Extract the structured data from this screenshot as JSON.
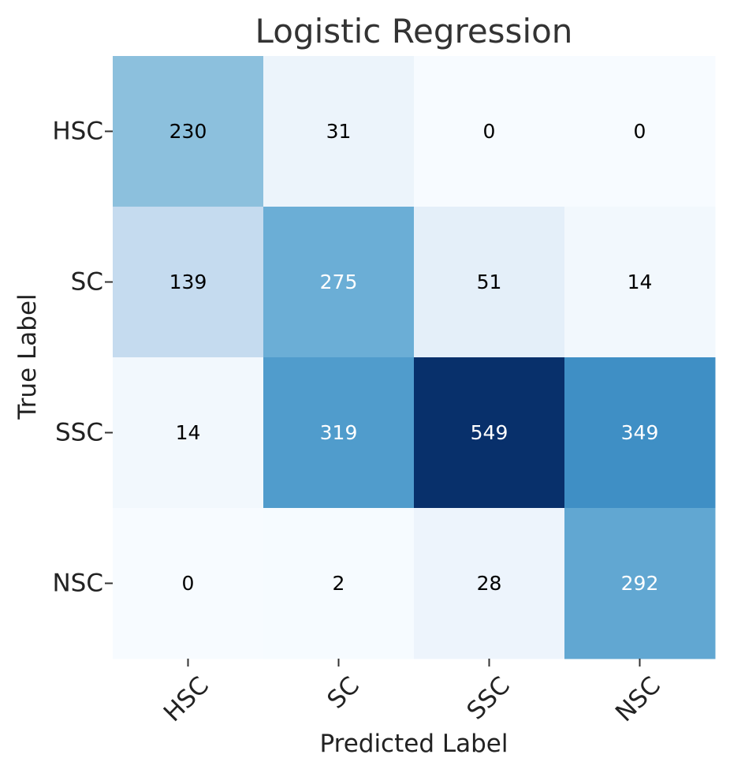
{
  "chart_data": {
    "type": "heatmap",
    "title": "Logistic Regression",
    "xlabel": "Predicted Label",
    "ylabel": "True Label",
    "x_categories": [
      "HSC",
      "SC",
      "SSC",
      "NSC"
    ],
    "y_categories": [
      "HSC",
      "SC",
      "SSC",
      "NSC"
    ],
    "values": [
      [
        230,
        31,
        0,
        0
      ],
      [
        139,
        275,
        51,
        14
      ],
      [
        14,
        319,
        549,
        349
      ],
      [
        0,
        2,
        28,
        292
      ]
    ],
    "colormap": "Blues",
    "vmin": 0,
    "vmax": 549,
    "colorbar": false,
    "grid": false,
    "x_tick_rotation_deg": 45
  }
}
